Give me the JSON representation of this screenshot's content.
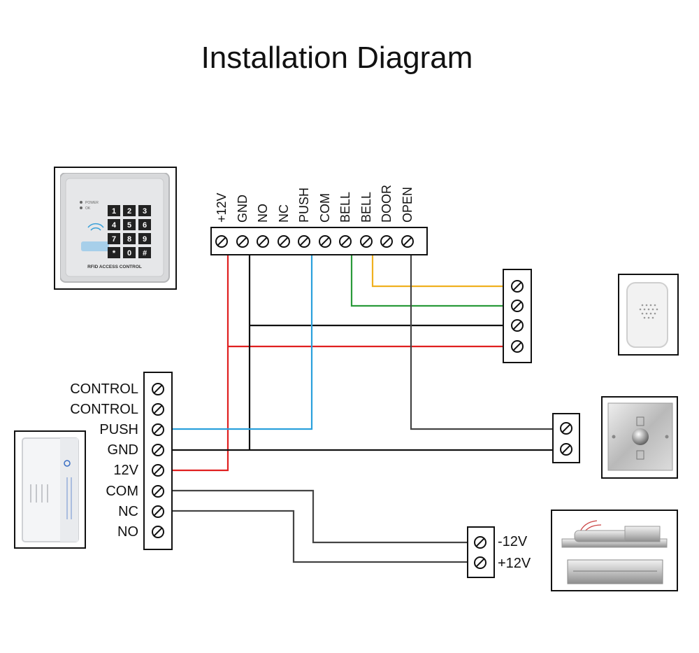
{
  "title": "Installation Diagram",
  "keypad": {
    "label": "RFID ACCESS CONTROL",
    "indicators": [
      "POWER",
      "OK"
    ],
    "keys": [
      "1",
      "2",
      "3",
      "4",
      "5",
      "6",
      "7",
      "8",
      "9",
      "*",
      "0",
      "#"
    ]
  },
  "top_terminals": [
    "+12V",
    "GND",
    "NO",
    "NC",
    "PUSH",
    "COM",
    "BELL",
    "BELL",
    "DOOR",
    "OPEN"
  ],
  "power_supply_terminals": [
    "CONTROL",
    "CONTROL",
    "PUSH",
    "GND",
    "12V",
    "COM",
    "NC",
    "NO"
  ],
  "lock_terminals": [
    "-12V",
    "+12V"
  ],
  "wire_colors": {
    "red": "#e02020",
    "blue": "#2aa0dc",
    "green": "#2a9a3a",
    "orange": "#f0b020",
    "black": "#111111",
    "gray": "#444444"
  },
  "devices": [
    "keypad",
    "power-supply",
    "doorbell",
    "exit-button",
    "magnetic-lock"
  ]
}
